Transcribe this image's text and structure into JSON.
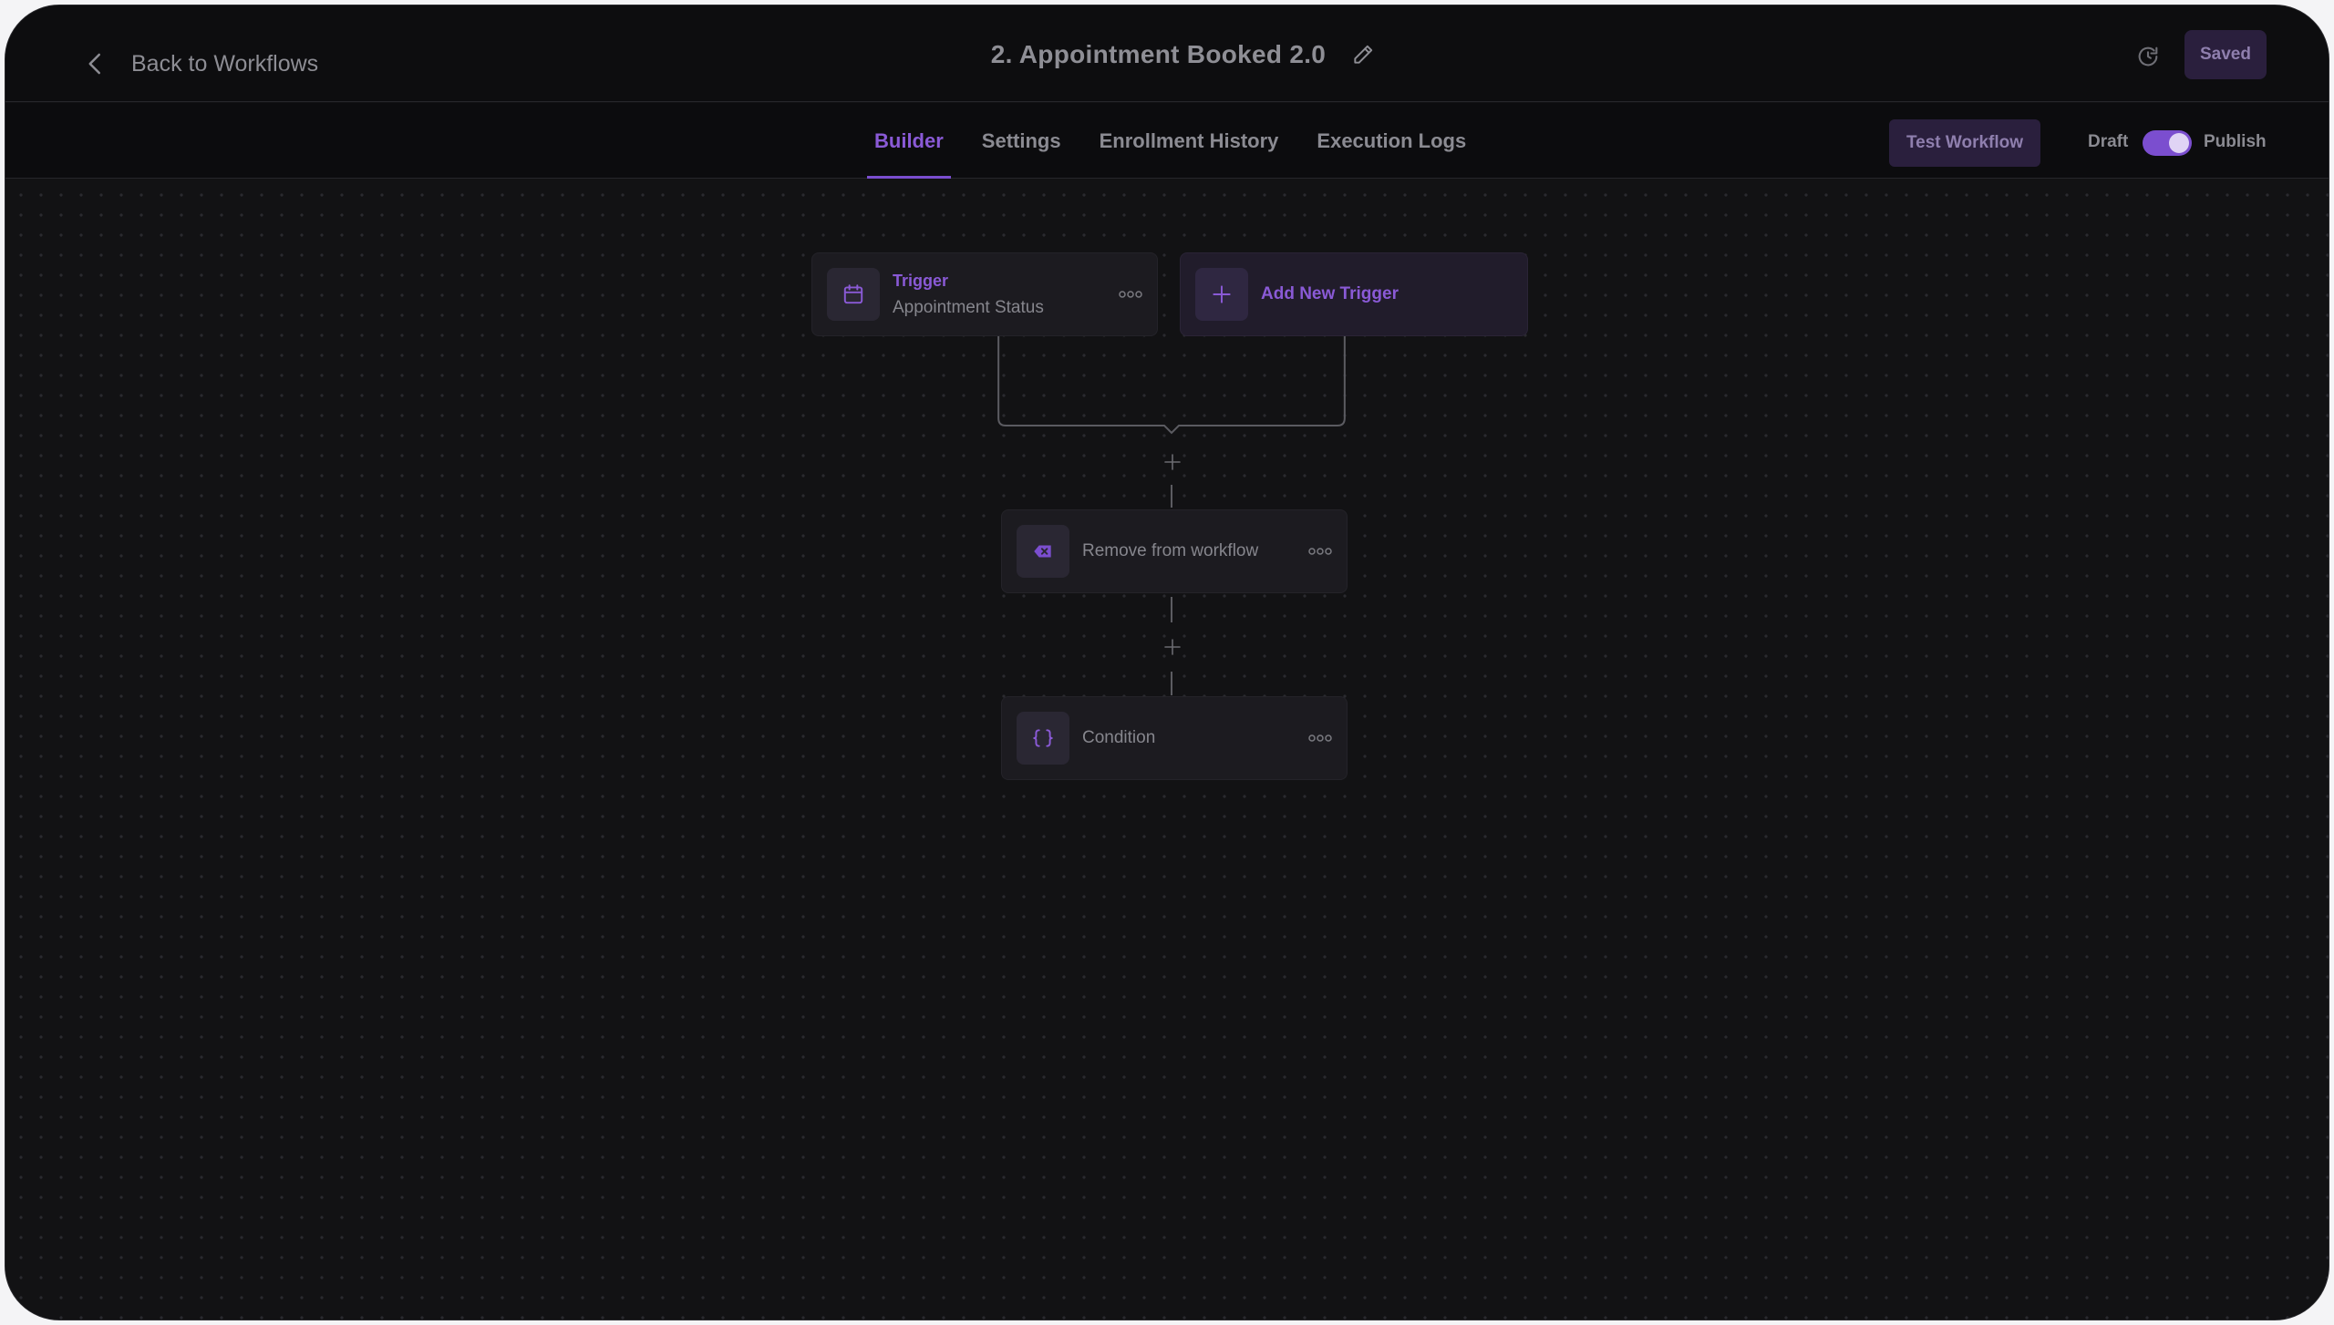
{
  "header": {
    "back_label": "Back to Workflows",
    "title": "2. Appointment Booked 2.0",
    "saved_label": "Saved"
  },
  "tabs": [
    {
      "label": "Builder",
      "active": true
    },
    {
      "label": "Settings"
    },
    {
      "label": "Enrollment History"
    },
    {
      "label": "Execution Logs"
    }
  ],
  "actions": {
    "test_workflow": "Test Workflow",
    "draft_label": "Draft",
    "publish_label": "Publish",
    "publish_toggle_on": true
  },
  "workflow": {
    "trigger": {
      "label": "Trigger",
      "value": "Appointment Status",
      "icon": "calendar-icon"
    },
    "add_trigger": {
      "label": "Add New Trigger",
      "icon": "plus-icon"
    },
    "steps": [
      {
        "label": "Remove from workflow",
        "icon": "remove-tag-icon"
      },
      {
        "label": "Condition",
        "icon": "braces-icon"
      }
    ]
  },
  "colors": {
    "accent": "#7b4ecf",
    "accent_text": "#8a5ad6",
    "background": "#121214",
    "node_bg": "#1c1b20"
  }
}
